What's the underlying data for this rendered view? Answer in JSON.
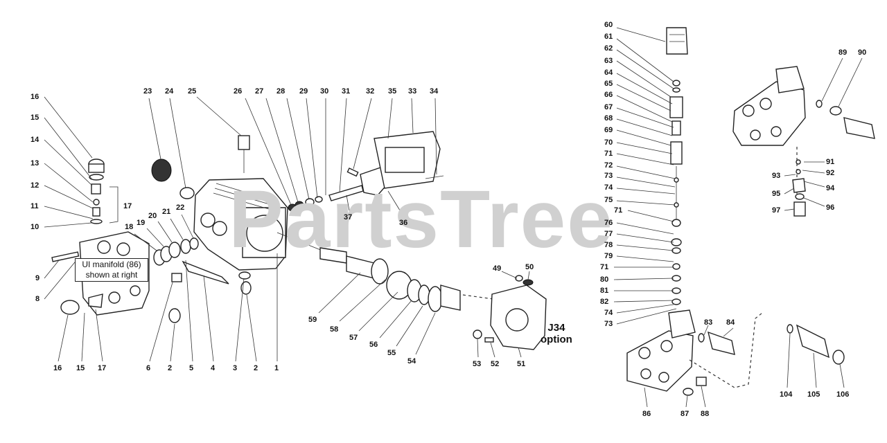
{
  "watermark": "PartsTree",
  "callout": {
    "line1": "UI manifold (86)",
    "line2": "shown at right"
  },
  "option": {
    "line1": "J34",
    "line2": "option"
  },
  "labels": [
    {
      "id": "l16a",
      "text": "16"
    },
    {
      "id": "l15a",
      "text": "15"
    },
    {
      "id": "l14",
      "text": "14"
    },
    {
      "id": "l13",
      "text": "13"
    },
    {
      "id": "l12",
      "text": "12"
    },
    {
      "id": "l11",
      "text": "11"
    },
    {
      "id": "l10",
      "text": "10"
    },
    {
      "id": "l17a",
      "text": "17"
    },
    {
      "id": "l9",
      "text": "9"
    },
    {
      "id": "l8",
      "text": "8"
    },
    {
      "id": "l16b",
      "text": "16"
    },
    {
      "id": "l15b",
      "text": "15"
    },
    {
      "id": "l17b",
      "text": "17"
    },
    {
      "id": "l18",
      "text": "18"
    },
    {
      "id": "l19",
      "text": "19"
    },
    {
      "id": "l20",
      "text": "20"
    },
    {
      "id": "l21",
      "text": "21"
    },
    {
      "id": "l22",
      "text": "22"
    },
    {
      "id": "l23",
      "text": "23"
    },
    {
      "id": "l24",
      "text": "24"
    },
    {
      "id": "l25",
      "text": "25"
    },
    {
      "id": "l26",
      "text": "26"
    },
    {
      "id": "l27",
      "text": "27"
    },
    {
      "id": "l28",
      "text": "28"
    },
    {
      "id": "l29",
      "text": "29"
    },
    {
      "id": "l30",
      "text": "30"
    },
    {
      "id": "l31",
      "text": "31"
    },
    {
      "id": "l32",
      "text": "32"
    },
    {
      "id": "l35",
      "text": "35"
    },
    {
      "id": "l33",
      "text": "33"
    },
    {
      "id": "l34",
      "text": "34"
    },
    {
      "id": "l37",
      "text": "37"
    },
    {
      "id": "l36",
      "text": "36"
    },
    {
      "id": "l6",
      "text": "6"
    },
    {
      "id": "l2a",
      "text": "2"
    },
    {
      "id": "l5",
      "text": "5"
    },
    {
      "id": "l4",
      "text": "4"
    },
    {
      "id": "l3",
      "text": "3"
    },
    {
      "id": "l2b",
      "text": "2"
    },
    {
      "id": "l1",
      "text": "1"
    },
    {
      "id": "l59",
      "text": "59"
    },
    {
      "id": "l58",
      "text": "58"
    },
    {
      "id": "l57",
      "text": "57"
    },
    {
      "id": "l56",
      "text": "56"
    },
    {
      "id": "l55",
      "text": "55"
    },
    {
      "id": "l54",
      "text": "54"
    },
    {
      "id": "l49",
      "text": "49"
    },
    {
      "id": "l50",
      "text": "50"
    },
    {
      "id": "l53",
      "text": "53"
    },
    {
      "id": "l52",
      "text": "52"
    },
    {
      "id": "l51",
      "text": "51"
    },
    {
      "id": "l60",
      "text": "60"
    },
    {
      "id": "l61",
      "text": "61"
    },
    {
      "id": "l62",
      "text": "62"
    },
    {
      "id": "l63",
      "text": "63"
    },
    {
      "id": "l64",
      "text": "64"
    },
    {
      "id": "l65",
      "text": "65"
    },
    {
      "id": "l66",
      "text": "66"
    },
    {
      "id": "l67",
      "text": "67"
    },
    {
      "id": "l68",
      "text": "68"
    },
    {
      "id": "l69",
      "text": "69"
    },
    {
      "id": "l70",
      "text": "70"
    },
    {
      "id": "l71a",
      "text": "71"
    },
    {
      "id": "l72",
      "text": "72"
    },
    {
      "id": "l73a",
      "text": "73"
    },
    {
      "id": "l74a",
      "text": "74"
    },
    {
      "id": "l75",
      "text": "75"
    },
    {
      "id": "l71b",
      "text": "71"
    },
    {
      "id": "l76",
      "text": "76"
    },
    {
      "id": "l77",
      "text": "77"
    },
    {
      "id": "l78",
      "text": "78"
    },
    {
      "id": "l79",
      "text": "79"
    },
    {
      "id": "l71c",
      "text": "71"
    },
    {
      "id": "l80",
      "text": "80"
    },
    {
      "id": "l81",
      "text": "81"
    },
    {
      "id": "l82",
      "text": "82"
    },
    {
      "id": "l74b",
      "text": "74"
    },
    {
      "id": "l73b",
      "text": "73"
    },
    {
      "id": "l83",
      "text": "83"
    },
    {
      "id": "l84",
      "text": "84"
    },
    {
      "id": "l86",
      "text": "86"
    },
    {
      "id": "l87",
      "text": "87"
    },
    {
      "id": "l88",
      "text": "88"
    },
    {
      "id": "l104",
      "text": "104"
    },
    {
      "id": "l105",
      "text": "105"
    },
    {
      "id": "l106",
      "text": "106"
    },
    {
      "id": "l89",
      "text": "89"
    },
    {
      "id": "l90",
      "text": "90"
    },
    {
      "id": "l91",
      "text": "91"
    },
    {
      "id": "l92",
      "text": "92"
    },
    {
      "id": "l93",
      "text": "93"
    },
    {
      "id": "l94",
      "text": "94"
    },
    {
      "id": "l95",
      "text": "95"
    },
    {
      "id": "l96",
      "text": "96"
    },
    {
      "id": "l97",
      "text": "97"
    }
  ]
}
